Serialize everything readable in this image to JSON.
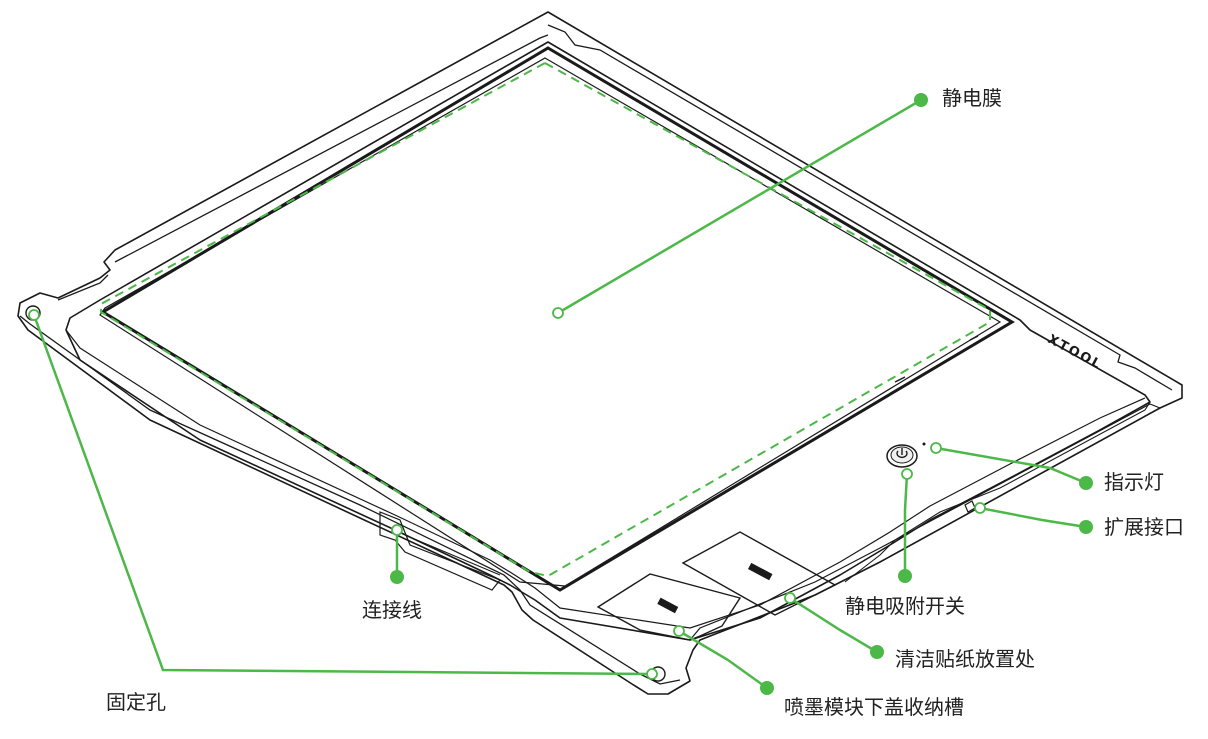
{
  "labels": {
    "static_film": "静电膜",
    "indicator_light": "指示灯",
    "expansion_port": "扩展接口",
    "cable": "连接线",
    "electrostatic_switch": "静电吸附开关",
    "cleaning_sticker_storage": "清洁贴纸放置处",
    "fixing_hole": "固定孔",
    "inkjet_cover_storage": "喷墨模块下盖收纳槽"
  },
  "brand": "XTOOL",
  "colors": {
    "accent": "#4cb848",
    "outline": "#1a1a1a",
    "text": "#222222"
  },
  "icons": {
    "power_button": "power-icon"
  }
}
